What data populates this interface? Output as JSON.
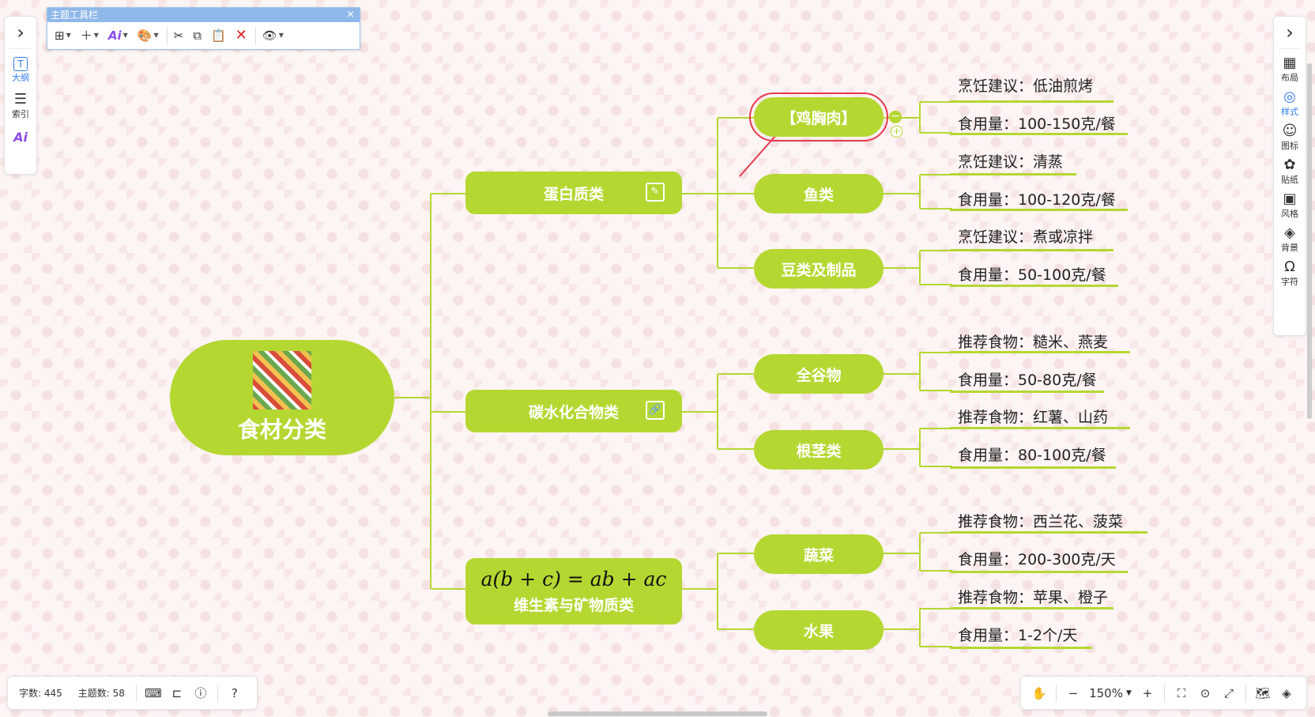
{
  "toolbar": {
    "title": "主题工具栏",
    "close": "×",
    "buttons": [
      {
        "icon": "insert-topic-icon",
        "glyph": "⊞"
      },
      {
        "icon": "add-icon",
        "glyph": "＋"
      },
      {
        "icon": "ai-icon",
        "glyph": "Ai"
      },
      {
        "icon": "palette-icon",
        "glyph": "🎨"
      },
      {
        "icon": "scissors-icon",
        "glyph": "✂"
      },
      {
        "icon": "copy-icon",
        "glyph": "⧉"
      },
      {
        "icon": "paste-icon",
        "glyph": "📋"
      },
      {
        "icon": "delete-icon",
        "glyph": "✕"
      },
      {
        "icon": "eye-icon",
        "glyph": "👁"
      }
    ]
  },
  "left_sidebar": {
    "expand": "›",
    "items": [
      {
        "label": "大纲",
        "glyph": "T"
      },
      {
        "label": "索引",
        "glyph": "☰"
      }
    ],
    "ai": "Ai"
  },
  "right_sidebar": {
    "expand": "›",
    "items": [
      {
        "label": "布局",
        "glyph": "▦"
      },
      {
        "label": "样式",
        "glyph": "◎"
      },
      {
        "label": "图标",
        "glyph": "☺"
      },
      {
        "label": "贴纸",
        "glyph": "✿"
      },
      {
        "label": "风格",
        "glyph": "▣"
      },
      {
        "label": "背景",
        "glyph": "◈"
      },
      {
        "label": "字符",
        "glyph": "Ω"
      }
    ]
  },
  "mindmap": {
    "root": "食材分类",
    "branches": [
      {
        "label": "蛋白质类",
        "icon": "edit-icon",
        "children": [
          {
            "label": "【鸡胸肉】",
            "leaves": [
              "烹饪建议：低油煎烤",
              "食用量：100-150克/餐"
            ]
          },
          {
            "label": "鱼类",
            "leaves": [
              "烹饪建议：清蒸",
              "食用量：100-120克/餐"
            ]
          },
          {
            "label": "豆类及制品",
            "leaves": [
              "烹饪建议：煮或凉拌",
              "食用量：50-100克/餐"
            ]
          }
        ]
      },
      {
        "label": "碳水化合物类",
        "icon": "link-icon",
        "children": [
          {
            "label": "全谷物",
            "leaves": [
              "推荐食物：糙米、燕麦",
              "食用量：50-80克/餐"
            ]
          },
          {
            "label": "根茎类",
            "leaves": [
              "推荐食物：红薯、山药",
              "食用量：80-100克/餐"
            ]
          }
        ]
      },
      {
        "label": "维生素与矿物质类",
        "formula": "a(b + c) = ab + ac",
        "children": [
          {
            "label": "蔬菜",
            "leaves": [
              "推荐食物：西兰花、菠菜",
              "食用量：200-300克/天"
            ]
          },
          {
            "label": "水果",
            "leaves": [
              "推荐食物：苹果、橙子",
              "食用量：1-2个/天"
            ]
          }
        ]
      }
    ]
  },
  "status": {
    "word_count": "字数: 445",
    "topic_count": "主题数: 58",
    "zoom": "150%"
  },
  "colors": {
    "node": "#b4d831",
    "selection": "#e8384f",
    "accent": "#2f7be8"
  }
}
